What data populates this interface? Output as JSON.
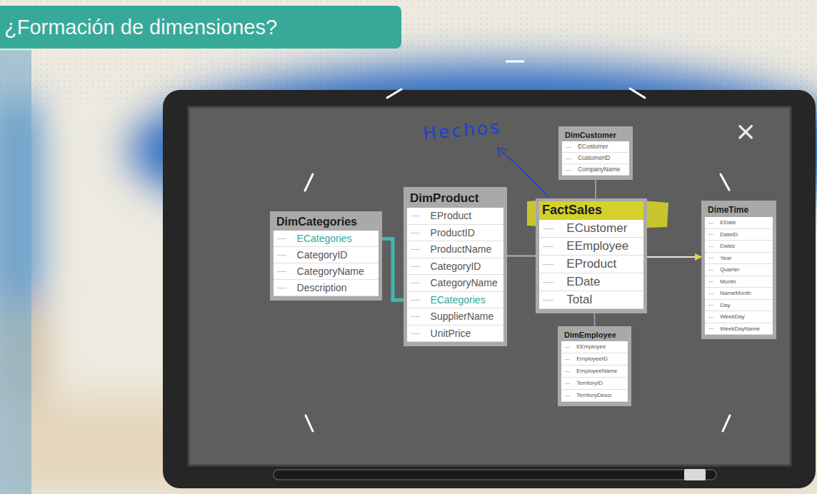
{
  "diagram": {
    "title": "¿Formación de dimensiones?",
    "nodes": [
      {
        "text": [
          "DimCategories",
          "ECategories",
          "CategoryID",
          "CategoryName",
          "Description"
        ]
      },
      {
        "text": [
          "DimProduct",
          "EProduct",
          "ProductID",
          "ProductName",
          "CategoryID",
          "CategoryName",
          "ECategories",
          "SupplierName",
          "UnitPrice"
        ]
      },
      {
        "text": [
          "DimCustomer",
          "ECustomer",
          "CustomerID",
          "CompanyName"
        ]
      },
      {
        "text": [
          "FactSales",
          "ECustomer",
          "EEmployee",
          "EProduct",
          "EDate",
          "Total"
        ]
      },
      {
        "text": [
          "DimEmployee",
          "EEmployee",
          "EmployeeID",
          "EmployeeName",
          "TerritoryID",
          "TerritoryDescr"
        ]
      },
      {
        "text": [
          "DimeTime",
          "EDate",
          "DateID",
          "Dates",
          "Year",
          "Quarter",
          "Month",
          "NameMonth",
          "Day",
          "WeekDay",
          "WeekDayName"
        ]
      }
    ],
    "edges": [
      {
        "from": 0,
        "to": 1,
        "arrow": "none"
      },
      {
        "from": 1,
        "to": 3,
        "arrow": "none"
      },
      {
        "from": 2,
        "to": 3,
        "arrow": "none"
      },
      {
        "from": 3,
        "to": 4,
        "arrow": "none"
      },
      {
        "from": 3,
        "to": 5,
        "arrow": "to"
      }
    ],
    "labels": [
      "Hechos",
      "×"
    ]
  }
}
